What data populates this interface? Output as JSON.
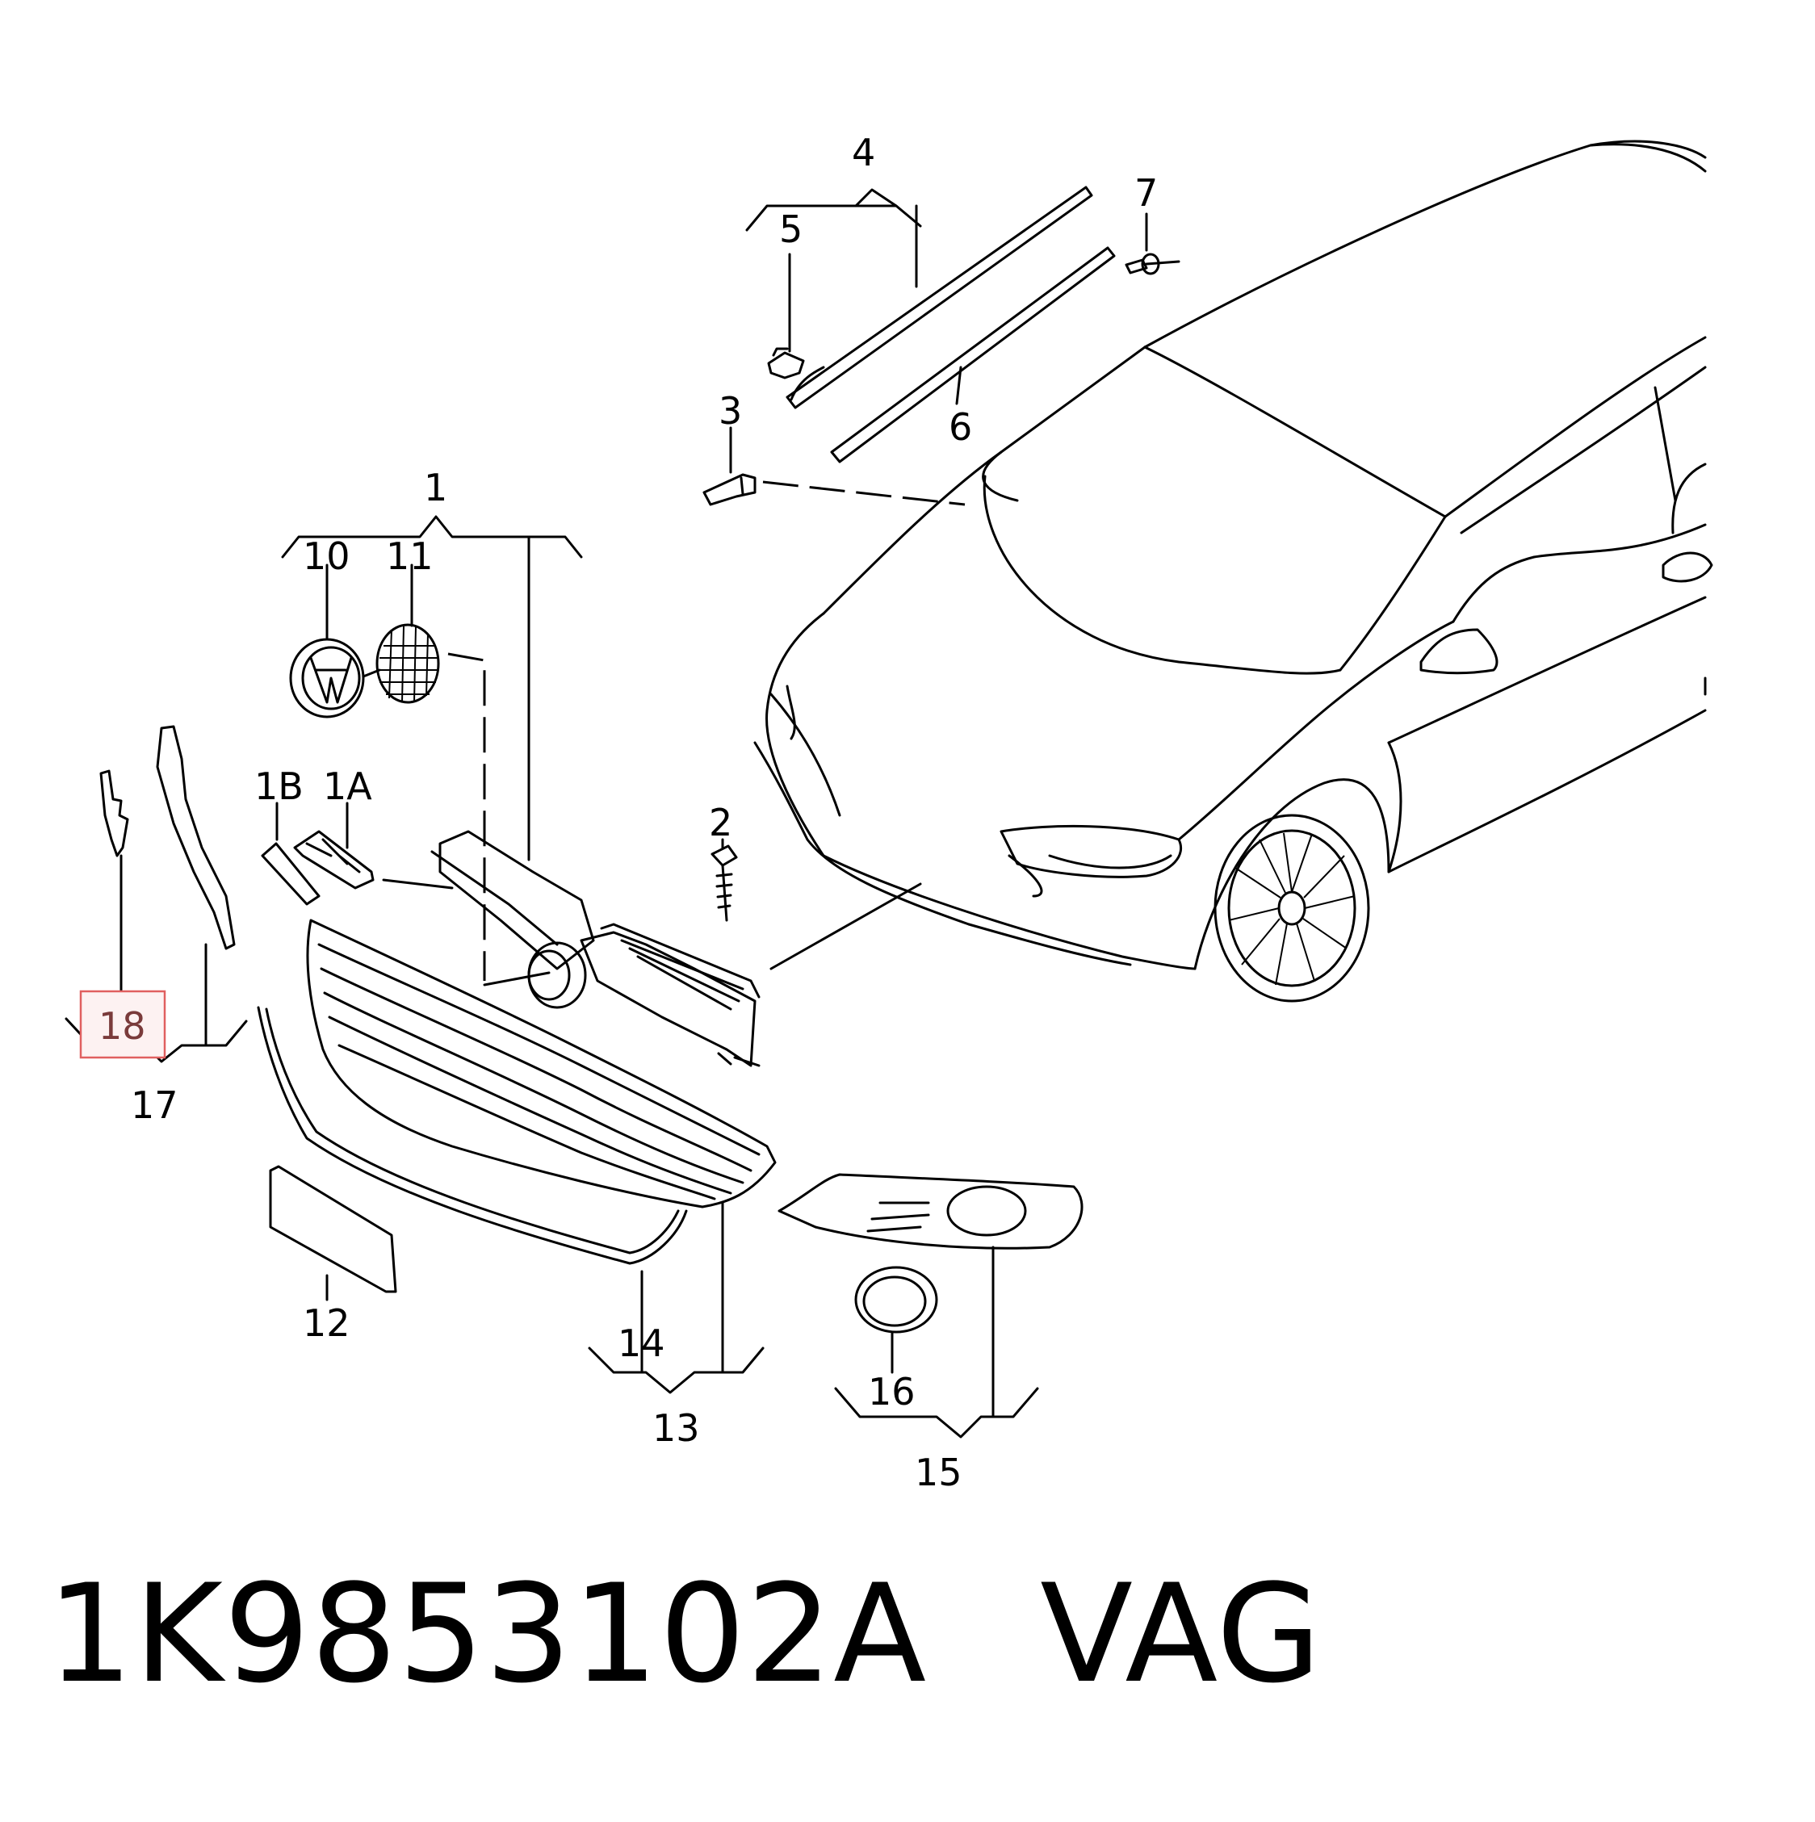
{
  "callouts": {
    "c1": "1",
    "c1A": "1A",
    "c1B": "1B",
    "c2": "2",
    "c3": "3",
    "c4": "4",
    "c5": "5",
    "c6": "6",
    "c7": "7",
    "c10": "10",
    "c11": "11",
    "c12": "12",
    "c13": "13",
    "c14": "14",
    "c15": "15",
    "c16": "16",
    "c17": "17",
    "c18": "18"
  },
  "highlight_color": "#e06060",
  "footer": {
    "part_number": "1K9853102A",
    "brand": "VAG"
  }
}
